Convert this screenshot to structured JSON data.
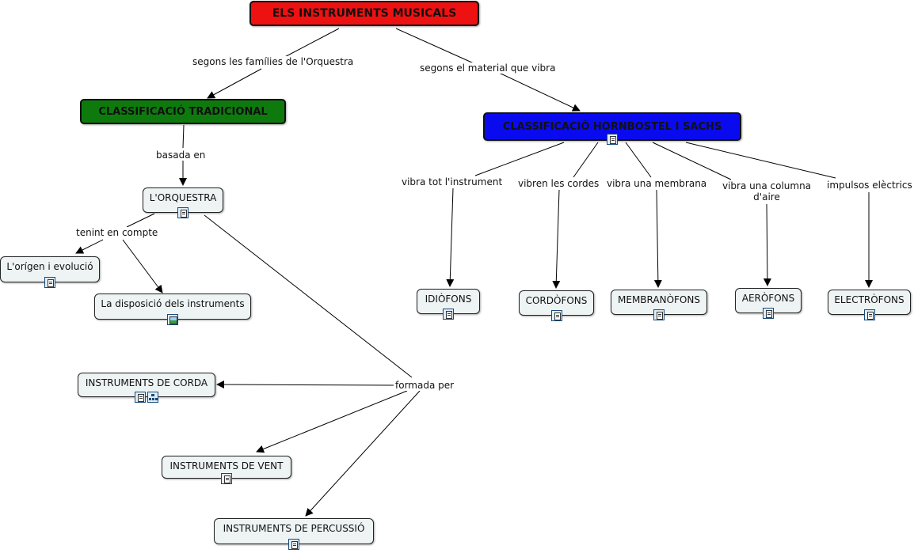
{
  "nodes": {
    "root": "ELS INSTRUMENTS MUSICALS",
    "traditional": "CLASSIFICACIÓ TRADICIONAL",
    "hornbostel": "CLASSIFICACIÓ HORNBOSTEL I SACHS",
    "orchestra": "L'ORQUESTRA",
    "origin": "L'orígen i evolució",
    "layout": "La disposició dels instruments",
    "strings": "INSTRUMENTS DE CORDA",
    "wind": "INSTRUMENTS DE VENT",
    "percussion": "INSTRUMENTS DE PERCUSSIÓ",
    "idiofons": "IDIÒFONS",
    "cordofons": "CORDÒFONS",
    "membranofons": "MEMBRANÒFONS",
    "aerofons": "AERÒFONS",
    "electrofons": "ELECTRÒFONS"
  },
  "links": {
    "families": "segons les famílies de l'Orquestra",
    "material": "segons el material que vibra",
    "based": "basada en",
    "taking": "tenint en compte",
    "formed": "formada per",
    "whole": "vibra tot l'instrument",
    "strings": "vibren les cordes",
    "membrane": "vibra una membrana",
    "air": "vibra una columna d'aire",
    "electric": "impulsos elèctrics"
  },
  "colors": {
    "root": "#ee1111",
    "traditional": "#0e7a0e",
    "hornbostel": "#0a0aee",
    "node": "#eef3f3"
  },
  "icons": {
    "document": "document-icon",
    "image": "image-icon",
    "concept_map": "concept-map-icon"
  }
}
